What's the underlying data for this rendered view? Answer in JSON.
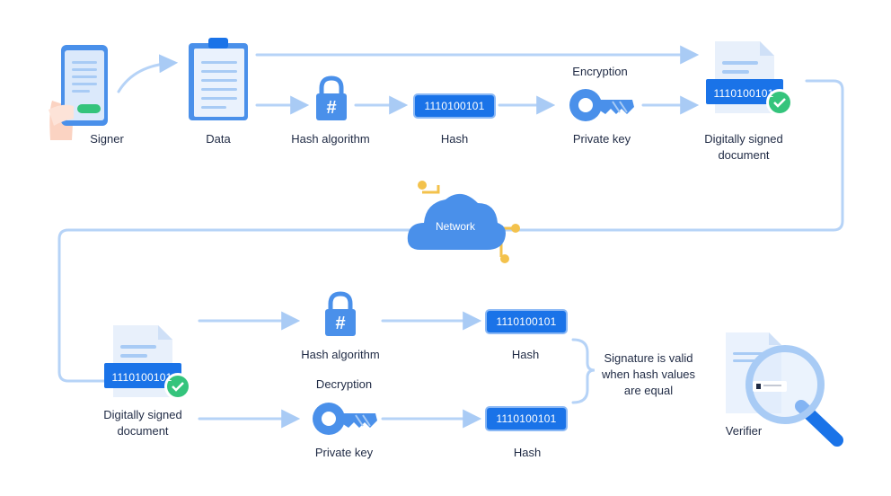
{
  "labels": {
    "signer": "Signer",
    "data": "Data",
    "hash_algorithm_top": "Hash algorithm",
    "hash_top": "Hash",
    "encryption": "Encryption",
    "private_key_top": "Private key",
    "signed_doc_top": "Digitally signed document",
    "network": "Network",
    "signed_doc_bottom": "Digitally signed document",
    "hash_algorithm_bottom": "Hash algorithm",
    "hash_bottom_1": "Hash",
    "decryption": "Decryption",
    "private_key_bottom": "Private key",
    "hash_bottom_2": "Hash",
    "validity_note": "Signature is valid when hash values are equal",
    "verifier": "Verifier"
  },
  "hash_values": {
    "top": "1110100101",
    "doc_top": "1110100101",
    "doc_bottom": "1110100101",
    "bottom_1": "1110100101",
    "bottom_2": "1110100101"
  },
  "icons": {
    "hash_symbol": "#"
  },
  "colors": {
    "primary_blue": "#1a73e8",
    "mid_blue": "#4a90ea",
    "light_blue": "#a8cbf5",
    "pale_blue": "#dbe9fb",
    "arrow": "#b6d3f7",
    "check_green": "#34c47c",
    "network_gold": "#f3c24c"
  }
}
